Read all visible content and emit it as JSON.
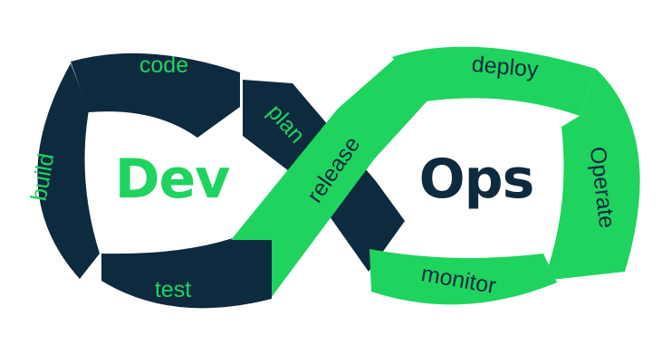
{
  "colors": {
    "dev_navy": "#0e2a3f",
    "ops_green": "#1fd35f",
    "background": "#ffffff"
  },
  "center": {
    "dev": "Dev",
    "ops": "Ops"
  },
  "stages": {
    "plan": "plan",
    "code": "code",
    "build": "build",
    "test": "test",
    "release": "release",
    "deploy": "deploy",
    "operate": "Operate",
    "monitor": "monitor"
  }
}
